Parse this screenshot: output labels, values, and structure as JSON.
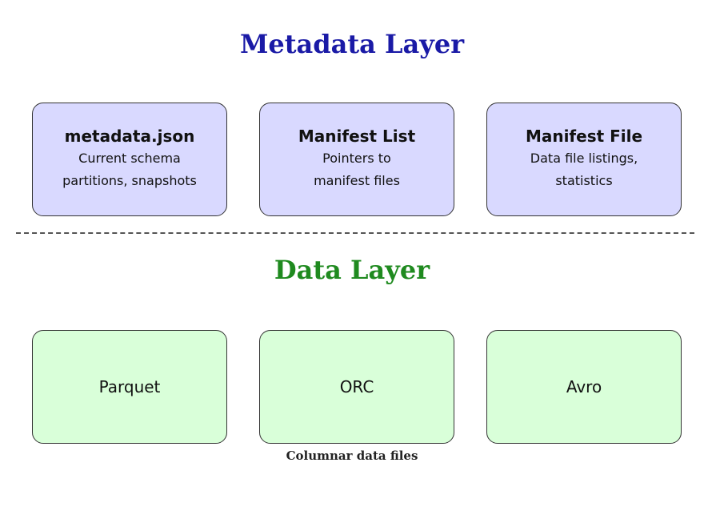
{
  "metadata_layer": {
    "title": "Metadata Layer",
    "title_color": "#1a1aa6",
    "box_fill": "#d9d9ff",
    "boxes": [
      {
        "title": "metadata.json",
        "lines": [
          "Current schema",
          "partitions, snapshots"
        ]
      },
      {
        "title": "Manifest List",
        "lines": [
          "Pointers to",
          "manifest files"
        ]
      },
      {
        "title": "Manifest File",
        "lines": [
          "Data file listings,",
          "statistics"
        ]
      }
    ]
  },
  "data_layer": {
    "title": "Data Layer",
    "title_color": "#1f8a1f",
    "box_fill": "#d9ffd9",
    "boxes": [
      {
        "label": "Parquet"
      },
      {
        "label": "ORC"
      },
      {
        "label": "Avro"
      }
    ],
    "caption": "Columnar data files"
  }
}
